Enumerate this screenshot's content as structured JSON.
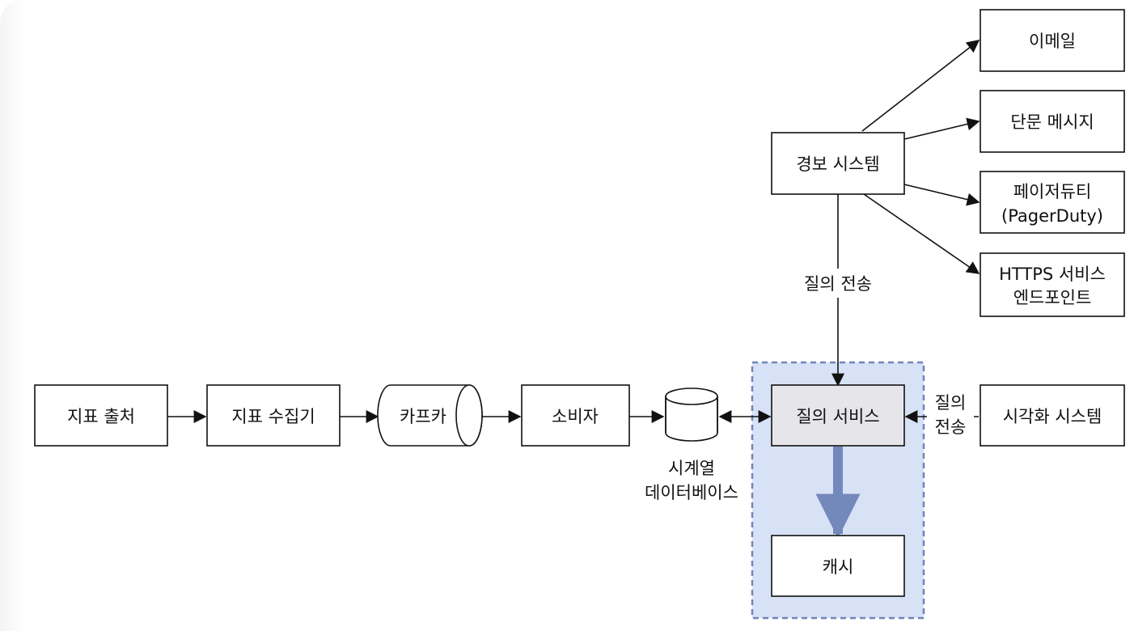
{
  "nodes": {
    "metric_source": "지표 출처",
    "metric_collector": "지표 수집기",
    "kafka": "카프카",
    "consumer": "소비자",
    "tsdb_line1": "시계열",
    "tsdb_line2": "데이터베이스",
    "query_service": "질의 서비스",
    "cache": "캐시",
    "visualization": "시각화 시스템",
    "alert_system": "경보 시스템",
    "email": "이메일",
    "sms": "단문 메시지",
    "pagerduty_line1": "페이저듀티",
    "pagerduty_line2": "(PagerDuty)",
    "https_line1": "HTTPS 서비스",
    "https_line2": "엔드포인트"
  },
  "edge_labels": {
    "alert_query": "질의 전송",
    "viz_query_line1": "질의",
    "viz_query_line2": "전송"
  },
  "colors": {
    "highlight_fill": "#d8e2f6",
    "highlight_border": "#6f86b8",
    "thick_arrow": "#7388bb",
    "query_service_fill": "#e6e6ea"
  }
}
